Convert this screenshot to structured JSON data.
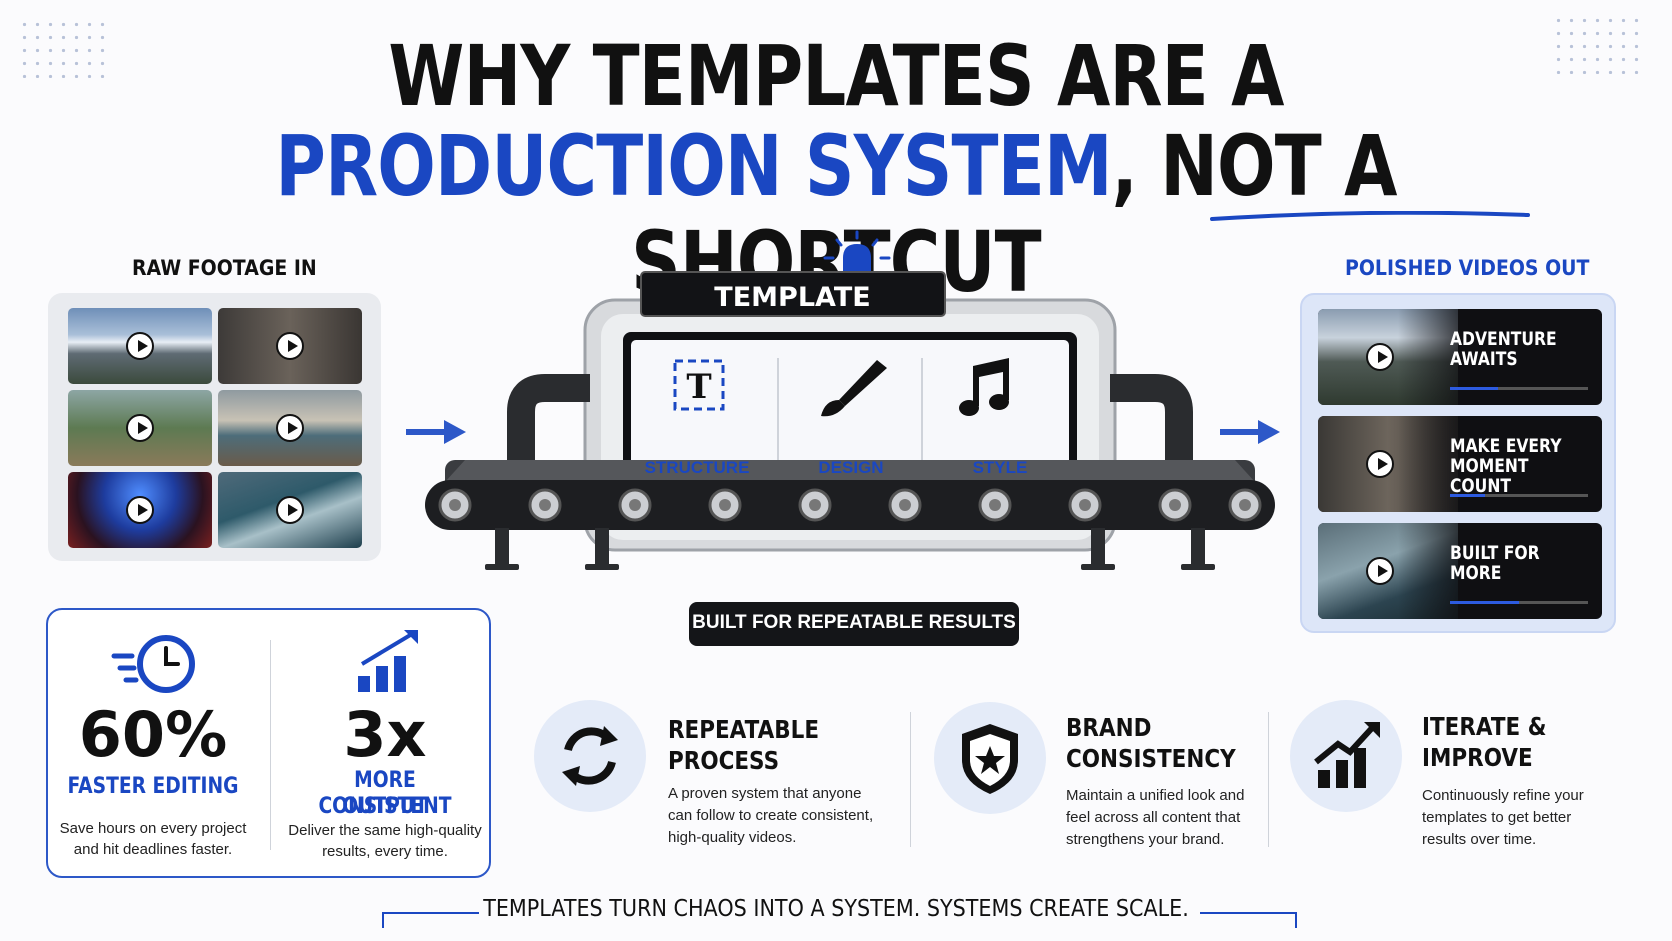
{
  "title": {
    "line1": "WHY TEMPLATES ARE A",
    "line2_highlight": "PRODUCTION SYSTEM",
    "line2_rest": ", NOT A SHORTCUT"
  },
  "colors": {
    "accent": "#1a47c2",
    "dark": "#111111"
  },
  "raw_in": {
    "label": "RAW FOOTAGE IN"
  },
  "polished_out": {
    "label": "POLISHED VIDEOS OUT",
    "videos": [
      {
        "title": "ADVENTURE AWAITS",
        "progress": 0.35
      },
      {
        "title": "MAKE EVERY MOMENT COUNT",
        "progress": 0.25
      },
      {
        "title": "BUILT FOR MORE",
        "progress": 0.5
      }
    ]
  },
  "machine": {
    "sign": "TEMPLATE",
    "slots": [
      {
        "label": "STRUCTURE",
        "icon": "text-box-icon"
      },
      {
        "label": "DESIGN",
        "icon": "paintbrush-icon"
      },
      {
        "label": "STYLE",
        "icon": "music-note-icon"
      }
    ],
    "base_label": "BUILT FOR REPEATABLE RESULTS"
  },
  "stats": [
    {
      "value": "60%",
      "label": "FASTER EDITING",
      "desc_1": "Save hours on every project",
      "desc_2": "and hit deadlines faster."
    },
    {
      "value": "3x",
      "label_1": "MORE CONSISTENT",
      "label_2": "OUTPUT",
      "desc_1": "Deliver the same high-quality",
      "desc_2": "results, every time."
    }
  ],
  "features": [
    {
      "title_1": "REPEATABLE",
      "title_2": "PROCESS",
      "desc_1": "A proven system that anyone",
      "desc_2": "can follow to create consistent,",
      "desc_3": "high-quality videos."
    },
    {
      "title_1": "BRAND",
      "title_2": "CONSISTENCY",
      "desc_1": "Maintain a unified look and",
      "desc_2": "feel across all content that",
      "desc_3": "strengthens your brand."
    },
    {
      "title_1": "ITERATE &",
      "title_2": "IMPROVE",
      "desc_1": "Continuously refine your",
      "desc_2": "templates to get better",
      "desc_3": "results over time."
    }
  ],
  "footer": "TEMPLATES TURN CHAOS INTO A SYSTEM. SYSTEMS CREATE SCALE."
}
